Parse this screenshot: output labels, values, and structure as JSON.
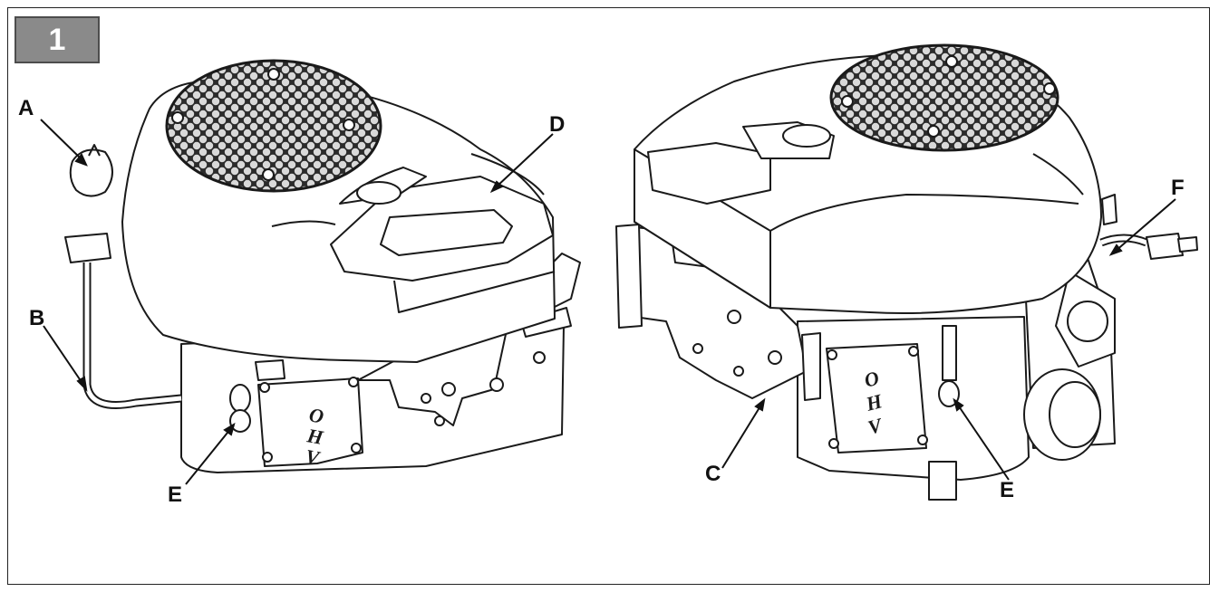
{
  "figure": {
    "number": "1"
  },
  "callouts": {
    "a": "A",
    "b": "B",
    "c": "C",
    "d": "D",
    "e1": "E",
    "e2": "E",
    "f": "F"
  },
  "engine_marking": {
    "l1": "O",
    "l2": "H",
    "l3": "V"
  },
  "colors": {
    "line": "#1a1a1a",
    "badge": "#8a8a8a",
    "fill": "#ffffff",
    "screen": "#333333"
  }
}
